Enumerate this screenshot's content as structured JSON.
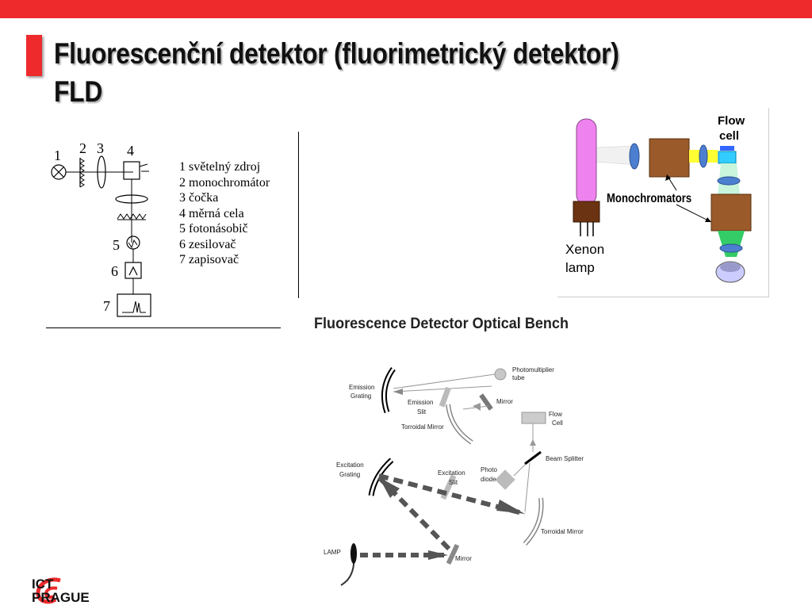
{
  "slide": {
    "title_line1": "Fluorescenční detektor (fluorimetrický detektor)",
    "title_line2": "FLD"
  },
  "schematic": {
    "numbers": [
      "1",
      "2",
      "3",
      "4",
      "5",
      "6",
      "7"
    ],
    "legend": [
      "1 světelný zdroj",
      "2 monochromátor",
      "3 čočka",
      "4 měrná cela",
      "5 fotonásobič",
      "6 zesilovač",
      "7 zapisovač"
    ]
  },
  "flow_diagram": {
    "flow_cell_line1": "Flow",
    "flow_cell_line2": "cell",
    "monochromators": "Monochromators",
    "xenon_line1": "Xenon",
    "xenon_line2": "lamp",
    "colors": {
      "lamp": "#ee82ee",
      "monochromator": "#9a5a2a",
      "lens": "#4d7fd0",
      "beam_green": "#33cc66",
      "beam_yellow": "#ffff33"
    }
  },
  "optical_bench": {
    "title": "Fluorescence Detector Optical Bench",
    "labels": {
      "pmt_line1": "Photomultiplier",
      "pmt_line2": "tube",
      "emission_grating_line1": "Emission",
      "emission_grating_line2": "Grating",
      "emission_slit_line1": "Emission",
      "emission_slit_line2": "Slit",
      "mirror_top": "Mirror",
      "flow_cell_line1": "Flow",
      "flow_cell_line2": "Cell",
      "toroidal_mirror_top": "Torroidal Mirror",
      "beam_splitter": "Beam Splitter",
      "photo_diode_line1": "Photo",
      "photo_diode_line2": "diode",
      "excitation_slit_line1": "Excitation",
      "excitation_slit_line2": "Slit",
      "excitation_grating_line1": "Excitation",
      "excitation_grating_line2": "Grating",
      "toroidal_mirror_bottom": "Torroidal Mirror",
      "lamp": "LAMP",
      "mirror_bottom": "Mirror"
    }
  },
  "logo": {
    "line1": "ICT",
    "line2": "PRAGUE",
    "color": "#ee2a2c"
  }
}
